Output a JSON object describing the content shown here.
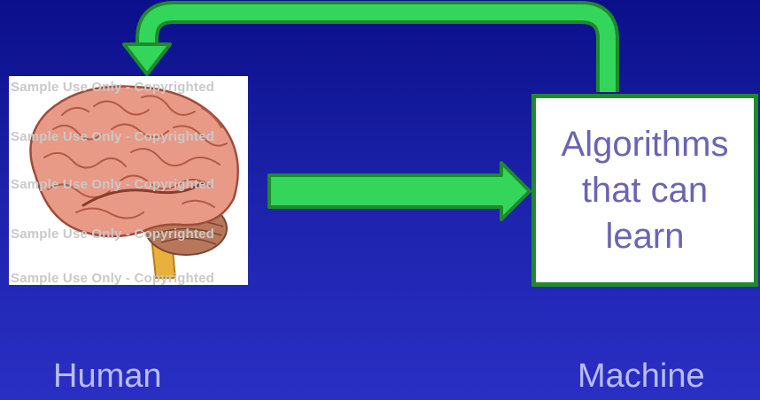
{
  "diagram": {
    "nodes": {
      "human": {
        "label": "Human",
        "image": "brain-illustration",
        "watermark": [
          "Sample Use Only - Copyrighted",
          "Sample Use Only - Copyrighted",
          "Sample Use Only - Copyrighted",
          "Sample Use Only - Copyrighted",
          "Sample Use Only - Copyrighted"
        ]
      },
      "machine": {
        "label": "Machine",
        "box_lines": [
          "Algorithms",
          "that can",
          "learn"
        ]
      }
    },
    "edges": [
      {
        "from": "human",
        "to": "machine",
        "style": "thick-arrow"
      },
      {
        "from": "machine",
        "to": "human",
        "style": "loop-back-arrow"
      }
    ],
    "colors": {
      "background_top": "#0b0f8a",
      "background_bottom": "#2a2fc4",
      "arrow_fill": "#33d65a",
      "arrow_stroke": "#1e8a2c",
      "box_text": "#6a64b4",
      "label_text": "#b9bcf2"
    }
  }
}
